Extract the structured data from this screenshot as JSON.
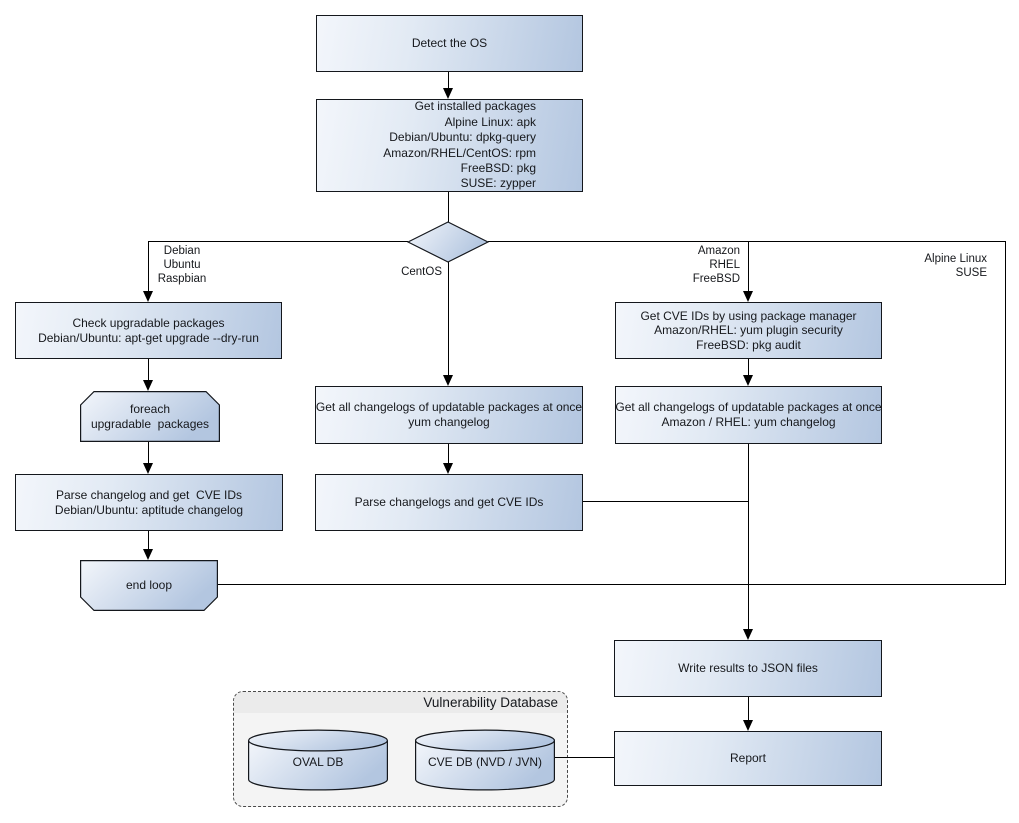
{
  "diagram": {
    "nodes": {
      "detect_os": {
        "lines": [
          "Detect the OS"
        ]
      },
      "get_installed": {
        "lines": [
          "Get installed packages",
          "Alpine Linux: apk",
          "Debian/Ubuntu: dpkg-query",
          "Amazon/RHEL/CentOS: rpm",
          "FreeBSD: pkg",
          "SUSE: zypper"
        ]
      },
      "check_upgradable": {
        "lines": [
          "Check upgradable packages",
          "Debian/Ubuntu: apt-get upgrade --dry-run"
        ]
      },
      "foreach_loop": {
        "lines": [
          "foreach",
          "upgradable  packages"
        ]
      },
      "parse_changelog_left": {
        "lines": [
          "Parse changelog and get  CVE IDs",
          "Debian/Ubuntu: aptitude changelog"
        ]
      },
      "end_loop": {
        "lines": [
          "end loop"
        ]
      },
      "get_changelogs_center": {
        "lines": [
          "Get all changelogs of updatable packages at once",
          "yum changelog"
        ]
      },
      "parse_changelogs_center": {
        "lines": [
          "Parse changelogs and get CVE IDs"
        ]
      },
      "get_cve_ids_right": {
        "lines": [
          "Get CVE IDs by using package manager",
          "Amazon/RHEL: yum plugin security",
          "FreeBSD: pkg audit"
        ]
      },
      "get_changelogs_right": {
        "lines": [
          "Get all changelogs of updatable packages at once",
          "Amazon / RHEL: yum changelog"
        ]
      },
      "write_results": {
        "lines": [
          "Write results to JSON files"
        ]
      },
      "report": {
        "lines": [
          "Report"
        ]
      }
    },
    "branch_labels": {
      "left": [
        "Debian",
        "Ubuntu",
        "Raspbian"
      ],
      "center": [
        "CentOS"
      ],
      "right": [
        "Amazon",
        "RHEL",
        "FreeBSD"
      ],
      "far_right": [
        "Alpine Linux",
        "SUSE"
      ]
    },
    "database": {
      "title": "Vulnerability Database",
      "oval_db": "OVAL DB",
      "cve_db": "CVE DB (NVD / JVN)"
    },
    "colors": {
      "node_gradient_start": "#f3f6fb",
      "node_gradient_end": "#b3c6e0",
      "node_border": "#14171c",
      "connector": "#000000",
      "db_container_bg": "#f4f4f4",
      "db_header_bg": "#ebebeb"
    }
  }
}
